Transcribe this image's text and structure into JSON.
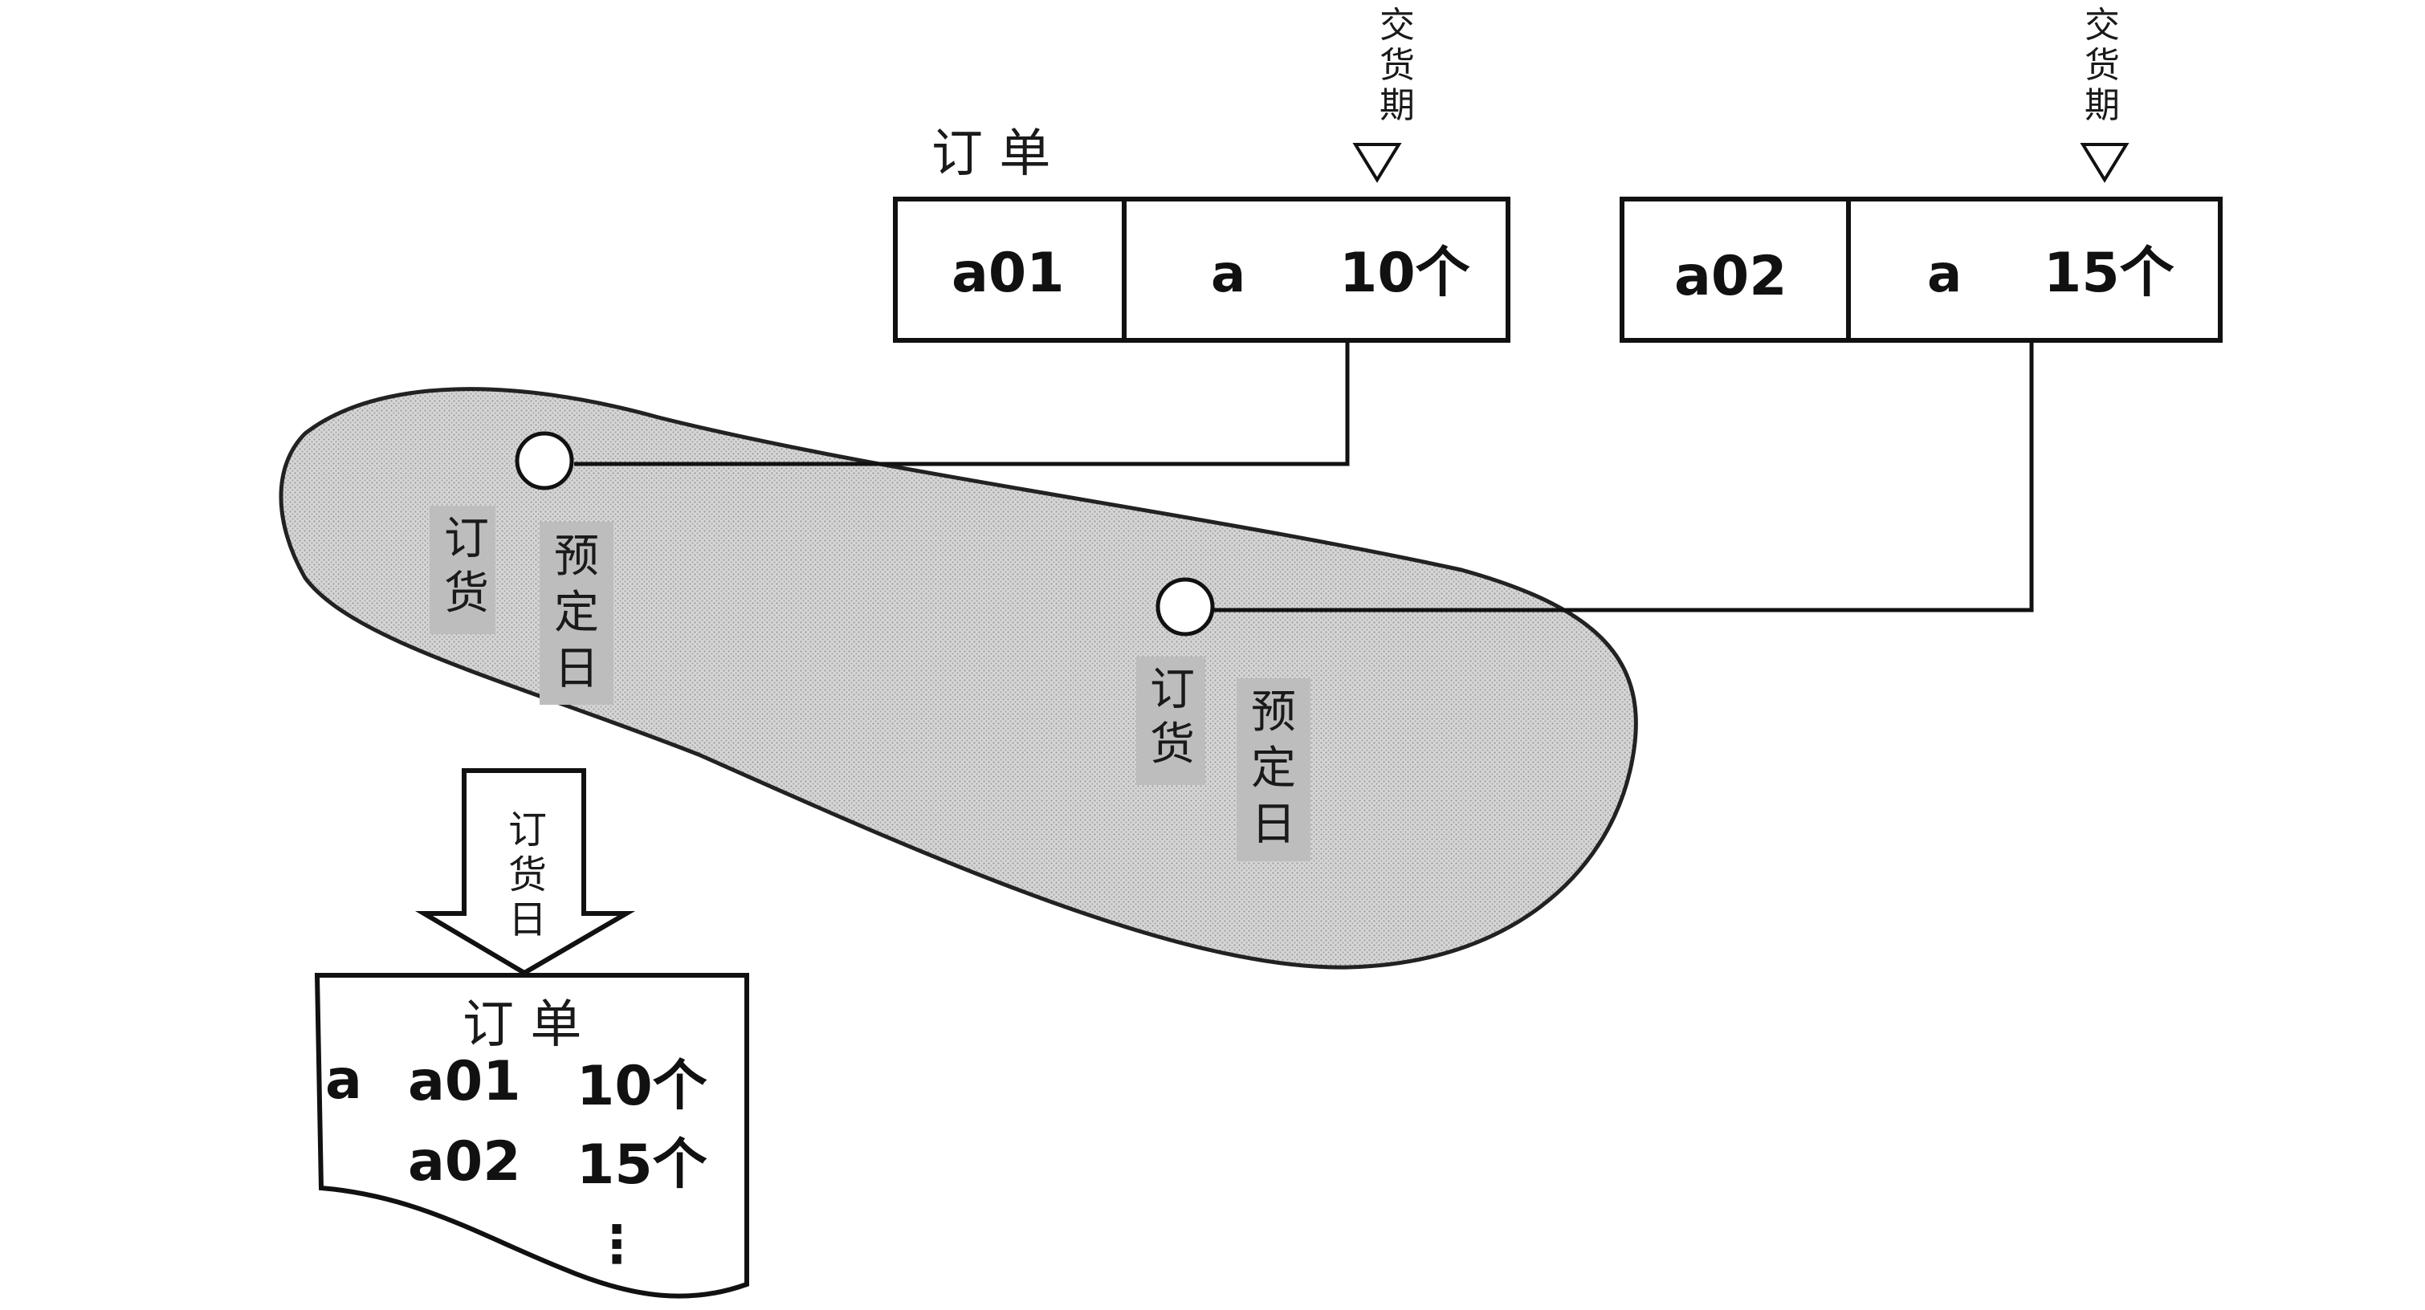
{
  "orders": [
    {
      "title": "订 单",
      "order_no": "a01",
      "product": "a",
      "quantity": "10个",
      "delivery_label": [
        "交",
        "货",
        "期"
      ]
    },
    {
      "title": "",
      "order_no": "a02",
      "product": "a",
      "quantity": "15个",
      "delivery_label": [
        "交",
        "货",
        "期"
      ]
    }
  ],
  "calendar_points": [
    {
      "order_date_label": [
        "订",
        "货"
      ],
      "scheduled_date_label": [
        "预",
        "定",
        "日"
      ]
    },
    {
      "order_date_label": [
        "订",
        "货"
      ],
      "scheduled_date_label": [
        "预",
        "定",
        "日"
      ]
    }
  ],
  "arrow_label": [
    "订",
    "货",
    "日"
  ],
  "output_sheet": {
    "title": "订 单",
    "product": "a",
    "rows": [
      {
        "order_no": "a01",
        "quantity": "10个"
      },
      {
        "order_no": "a02",
        "quantity": "15个"
      }
    ],
    "continuation": "⋮"
  },
  "colors": {
    "ink": "#111111",
    "blob_fill": "#cfcfcf",
    "label_bg": "#bdbdbd"
  }
}
